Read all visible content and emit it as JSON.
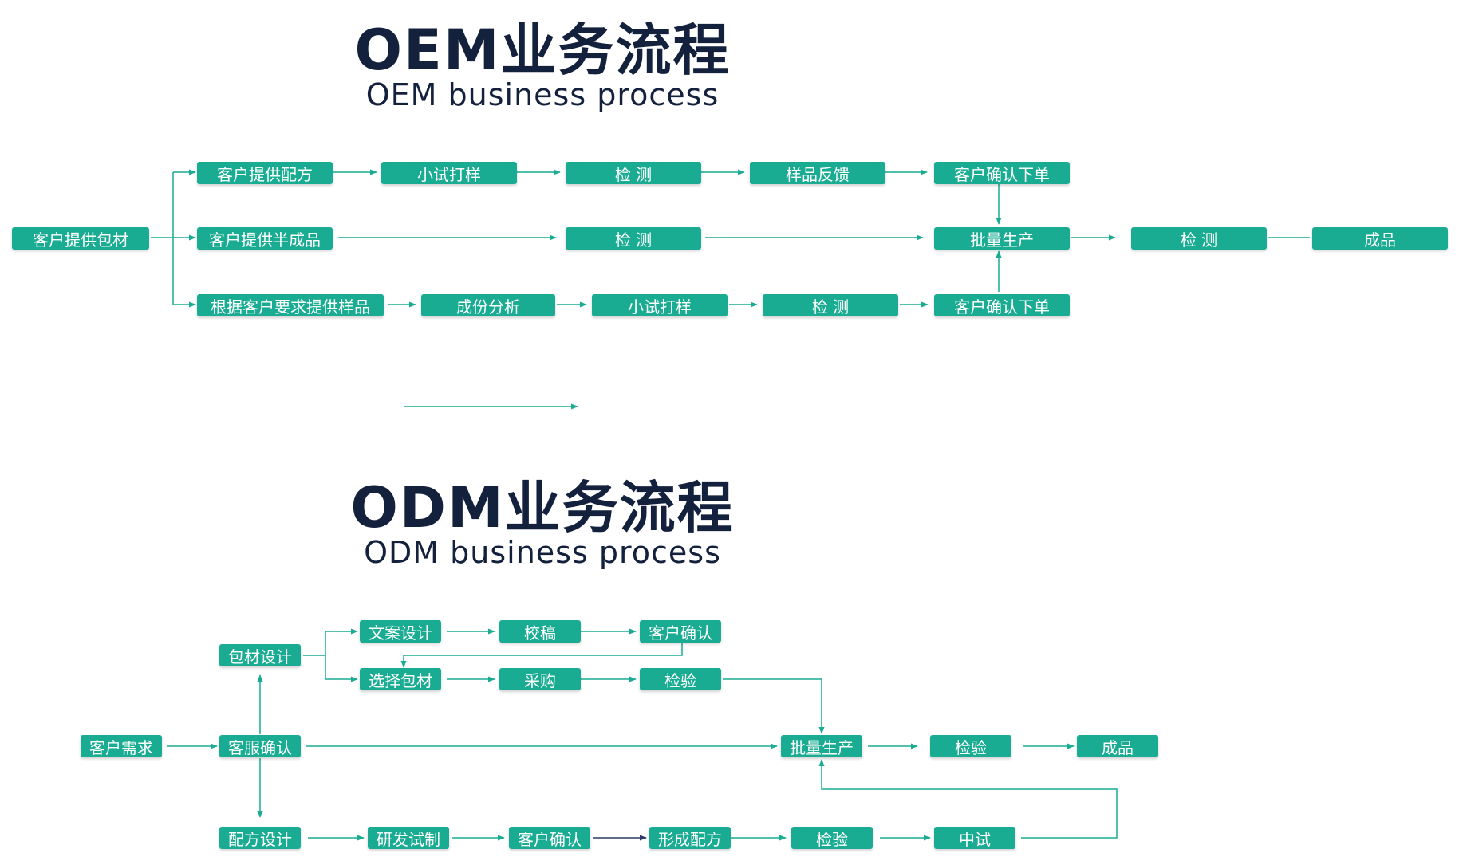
{
  "oem": {
    "title": "OEM业务流程",
    "subtitle": "OEM business process",
    "nodes": {
      "start": "客户提供包材",
      "formula": "客户提供配方",
      "formula_trial": "小试打样",
      "formula_test": "检 测",
      "sample_feedback": "样品反馈",
      "confirm_top": "客户确认下单",
      "semi": "客户提供半成品",
      "semi_test": "检 测",
      "batch": "批量生产",
      "final_test": "检 测",
      "product": "成品",
      "sample": "根据客户要求提供样品",
      "analysis": "成份分析",
      "sample_trial": "小试打样",
      "sample_test": "检 测",
      "confirm_bottom": "客户确认下单"
    }
  },
  "odm": {
    "title": "ODM业务流程",
    "subtitle": "ODM business process",
    "nodes": {
      "demand": "客户需求",
      "service": "客服确认",
      "pack_design": "包材设计",
      "copy_design": "文案设计",
      "proof": "校稿",
      "confirm_copy": "客户确认",
      "select_pack": "选择包材",
      "purchase": "采购",
      "inspect_pack": "检验",
      "batch": "批量生产",
      "inspect_final": "检验",
      "product": "成品",
      "formula_design": "配方设计",
      "rnd": "研发试制",
      "confirm_formula": "客户确认",
      "form_formula": "形成配方",
      "inspect_formula": "检验",
      "pilot": "中试"
    }
  },
  "colors": {
    "node_fill": "#19ac92",
    "line": "#19ac92",
    "title": "#14213d",
    "dark_arrow": "#2b3a67"
  }
}
